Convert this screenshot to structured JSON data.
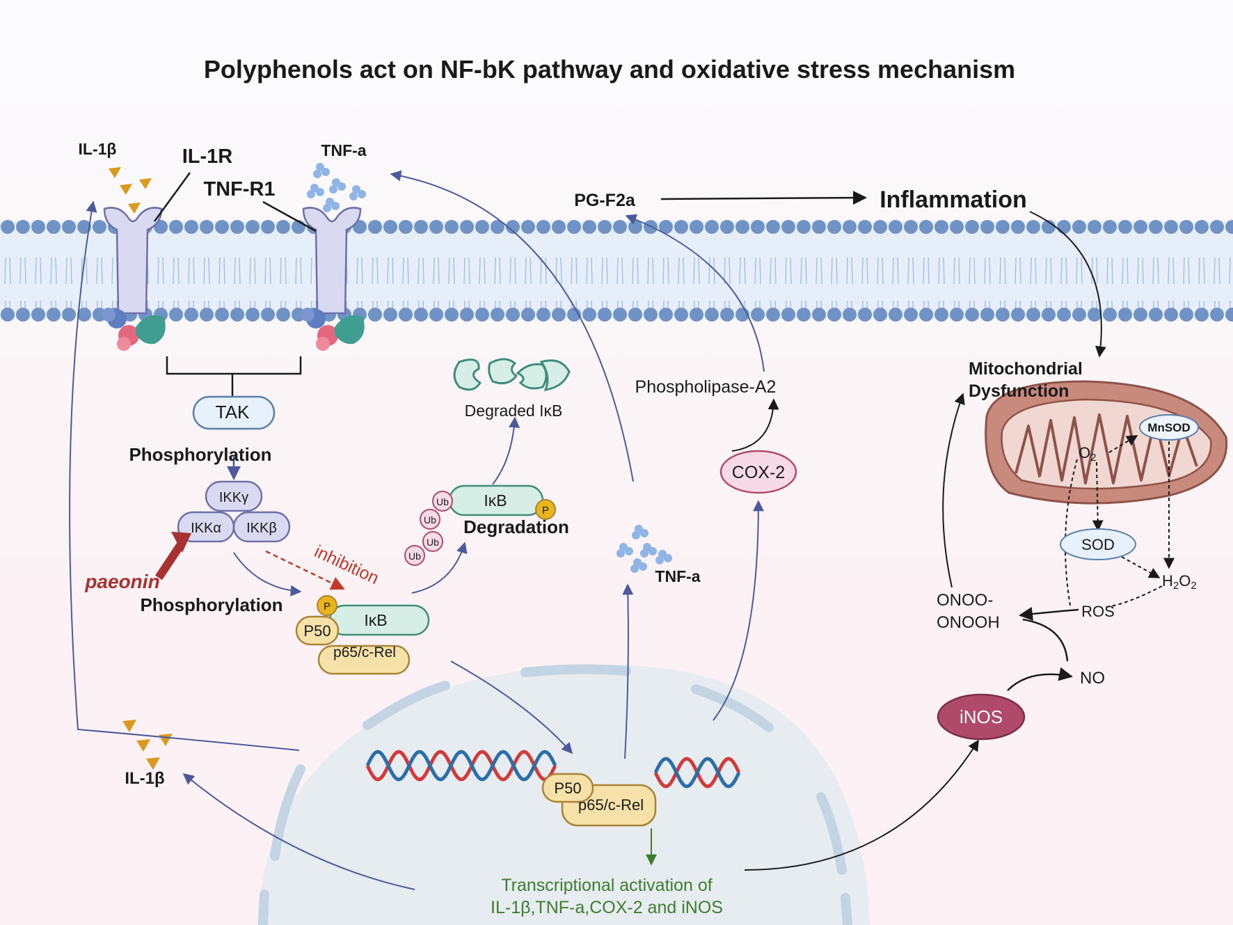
{
  "title": "Polyphenols act on NF-bK pathway and oxidative stress mechanism",
  "labels": {
    "il1b_top": "IL-1β",
    "il1r": "IL-1R",
    "tnfa_top": "TNF-a",
    "tnfr1": "TNF-R1",
    "pgf2a": "PG-F2a",
    "inflammation": "Inflammation",
    "tak": "TAK",
    "phosphorylation_1": "Phosphorylation",
    "ikk_gamma": "IKKγ",
    "ikk_alpha": "IKKα",
    "ikk_beta": "IKKβ",
    "paeonin": "paeonin",
    "inhibition": "inhibition",
    "phosphorylation_2": "Phosphorylation",
    "p_badge": "P",
    "ikb": "IκB",
    "p50": "P50",
    "p65": "p65/c-Rel",
    "ub": "Ub",
    "degradation": "Degradation",
    "degraded_ikb": "Degraded IκB",
    "phospholipase": "Phospholipase-A2",
    "cox2": "COX-2",
    "tnfa_mid": "TNF-a",
    "il1b_bottom": "IL-1β",
    "mito": "Mitochondrial",
    "dysfunction": "Dysfunction",
    "mnsod": "MnSOD",
    "o2": "O",
    "o2_sub": "2",
    "sod": "SOD",
    "h2o2_a": "H",
    "h2o2_b": "2",
    "h2o2_c": "O",
    "h2o2_d": "2",
    "ros": "ROS",
    "onoo": "ONOO-",
    "onooh": "ONOOH",
    "no": "NO",
    "inos": "iNOS",
    "transcription_1": "Transcriptional activation of",
    "transcription_2": "IL-1β,TNF-a,COX-2 and iNOS"
  },
  "colors": {
    "membrane": "#8eaed6",
    "arrow_blue": "#4a5a9a",
    "inhibit_red": "#c0392b",
    "paeonin_red": "#a83232",
    "transcription_green": "#3f7d2e",
    "mito_fill": "#c98a7e",
    "inos_fill": "#b04a6a"
  }
}
